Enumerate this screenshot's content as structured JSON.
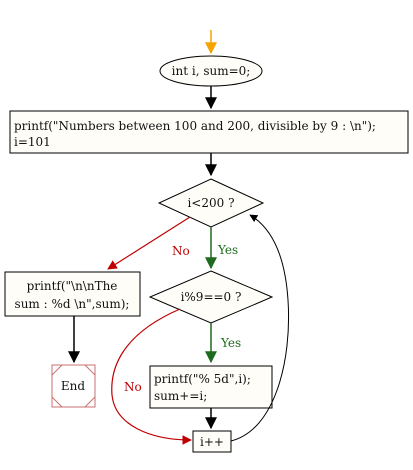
{
  "nodes": {
    "declare": "int i, sum=0;",
    "print_header_line1": "printf(\"Numbers between 100 and 200, divisible by 9 : \\n\");",
    "print_header_line2": "i=101",
    "condition_loop": "i<200 ?",
    "condition_divisible": "i%9==0 ?",
    "print_sum_line1": "printf(\"\\n\\nThe",
    "print_sum_line2": "sum : %d \\n\",sum);",
    "print_value_line1": "printf(\"% 5d\",i);",
    "print_value_line2": "sum+=i;",
    "increment": "i++",
    "end": "End"
  },
  "edges": {
    "loop_no": "No",
    "loop_yes": "Yes",
    "divisible_yes": "Yes",
    "divisible_no": "No"
  },
  "colors": {
    "start_arrow": "#f5a300",
    "yes": "#1e6b1e",
    "no": "#c00000",
    "node_fill": "#fffdf8",
    "end_stroke": "#c87070"
  }
}
